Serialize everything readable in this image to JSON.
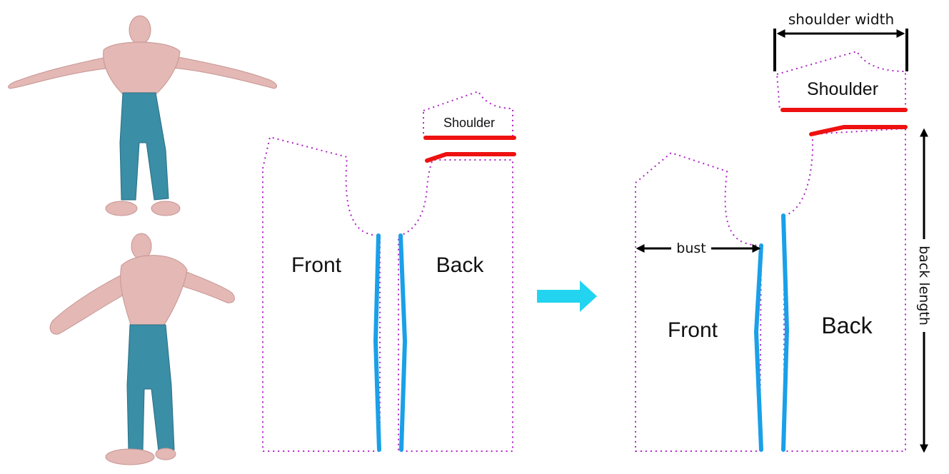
{
  "before": {
    "front_label": "Front",
    "back_label": "Back",
    "shoulder_label": "Shoulder"
  },
  "after": {
    "front_label": "Front",
    "back_label": "Back",
    "shoulder_label": "Shoulder"
  },
  "measurements": {
    "shoulder_width": "shoulder width",
    "bust": "bust",
    "back_length": "back length"
  },
  "colors": {
    "outline": "#b020c8",
    "seam_blue": "#1aa0e8",
    "cut_red": "#ee1111",
    "arrow_cyan": "#22d4f0",
    "skin": "#e3b8b5",
    "pants": "#3a8ea6",
    "measure_black": "#000000"
  }
}
